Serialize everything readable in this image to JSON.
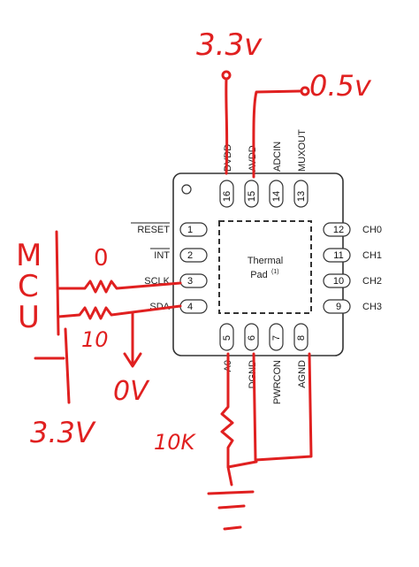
{
  "chip": {
    "top_pins": [
      {
        "num": "16",
        "label": "DVDD"
      },
      {
        "num": "15",
        "label": "AVDD"
      },
      {
        "num": "14",
        "label": "ADCIN"
      },
      {
        "num": "13",
        "label": "MUXOUT"
      }
    ],
    "left_pins": [
      {
        "num": "1",
        "label": "RESET"
      },
      {
        "num": "2",
        "label": "INT"
      },
      {
        "num": "3",
        "label": "SCLK"
      },
      {
        "num": "4",
        "label": "SDA"
      }
    ],
    "right_pins": [
      {
        "num": "12",
        "label": "CH0"
      },
      {
        "num": "11",
        "label": "CH1"
      },
      {
        "num": "10",
        "label": "CH2"
      },
      {
        "num": "9",
        "label": "CH3"
      }
    ],
    "bottom_pins": [
      {
        "num": "5",
        "label": "A0"
      },
      {
        "num": "6",
        "label": "DGND"
      },
      {
        "num": "7",
        "label": "PWRCON"
      },
      {
        "num": "8",
        "label": "AGND"
      }
    ],
    "thermal_pad": {
      "line1": "Thermal",
      "line2": "Pad",
      "note": "(1)"
    }
  },
  "annotations": {
    "dvdd_supply": "3.3v",
    "avdd_supply": "0.5v",
    "mcu_label": [
      "M",
      "C",
      "U"
    ],
    "sclk_resistor": "0",
    "sda_resistor": "10",
    "ground_label": "0V",
    "pullup_supply": "3.3V",
    "a0_resistor": "10K"
  },
  "colors": {
    "ink": "#e02020",
    "chip_outline": "#333333"
  }
}
